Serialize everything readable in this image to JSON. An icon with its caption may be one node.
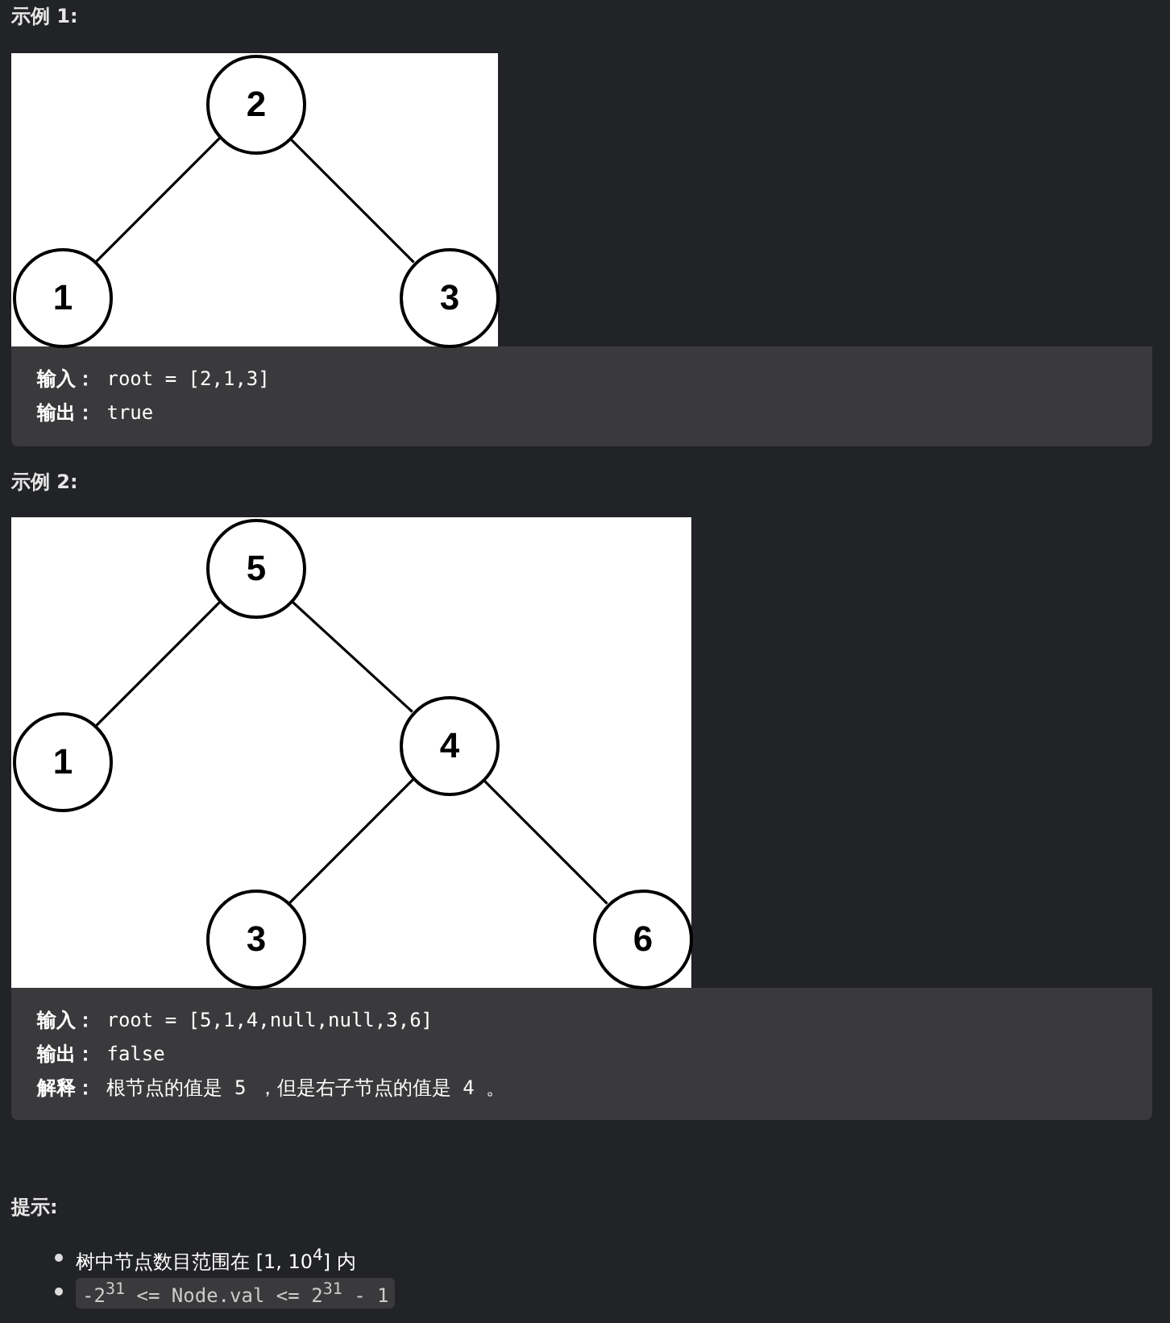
{
  "diagram": {
    "nodes": [
      {
        "text": [
          "2"
        ]
      },
      {
        "text": [
          "1"
        ]
      },
      {
        "text": [
          "3"
        ]
      },
      {
        "text": [
          "5"
        ]
      },
      {
        "text": [
          "1"
        ]
      },
      {
        "text": [
          "4"
        ]
      },
      {
        "text": [
          "3"
        ]
      },
      {
        "text": [
          "6"
        ]
      }
    ],
    "edges": [
      {
        "from": 0,
        "to": 1,
        "arrow": "none"
      },
      {
        "from": 0,
        "to": 2,
        "arrow": "none"
      },
      {
        "from": 3,
        "to": 4,
        "arrow": "none"
      },
      {
        "from": 3,
        "to": 5,
        "arrow": "none"
      },
      {
        "from": 5,
        "to": 6,
        "arrow": "none"
      },
      {
        "from": 5,
        "to": 7,
        "arrow": "none"
      }
    ],
    "labels": [
      "示例 1:",
      "**输入：** root = [2,1,3]",
      "**输出：** true",
      "示例 2:",
      "**输入：** root = [5,1,4,null,null,3,6]",
      "**输出：** false",
      "**解释：** 根节点的值是 5 ，但是右子节点的值是 4 。",
      "提示:",
      "树中节点数目范围在 [1, 10$^{4}$] 内",
      "-2$^{31}$ <= Node.val <= 2$^{31}$ - 1"
    ]
  }
}
